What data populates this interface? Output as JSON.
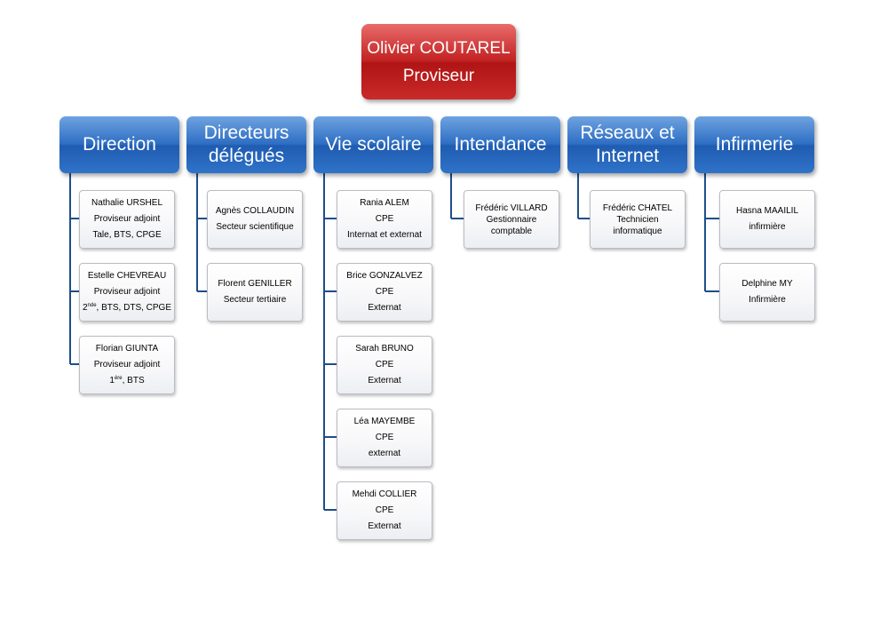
{
  "root": {
    "name": "Olivier COUTAREL",
    "title": "Proviseur"
  },
  "colors": {
    "root": "#c0392b",
    "departments": "#2a6ac2",
    "connector": "#1f4e8a"
  },
  "departments": [
    {
      "label": [
        "Direction"
      ],
      "members": [
        {
          "lines": [
            "Nathalie URSHEL",
            "Proviseur adjoint",
            "Tale, BTS, CPGE"
          ]
        },
        {
          "lines": [
            "Estelle CHEVREAU",
            "Proviseur adjoint"
          ],
          "level": {
            "base": "2",
            "sup": "nde",
            "rest": ", BTS, DTS, CPGE"
          }
        },
        {
          "lines": [
            "Florian GIUNTA",
            "Proviseur adjoint"
          ],
          "level": {
            "base": "1",
            "sup": "ère",
            "rest": ", BTS"
          }
        }
      ]
    },
    {
      "label": [
        "Directeurs",
        "délégués"
      ],
      "members": [
        {
          "lines": [
            "Agnès COLLAUDIN",
            "Secteur scientifique"
          ]
        },
        {
          "lines": [
            "Florent GENILLER",
            "Secteur tertiaire"
          ]
        }
      ]
    },
    {
      "label": [
        "Vie scolaire"
      ],
      "members": [
        {
          "lines": [
            "Rania ALEM",
            "CPE",
            "Internat et externat"
          ]
        },
        {
          "lines": [
            "Brice GONZALVEZ",
            "CPE",
            "Externat"
          ]
        },
        {
          "lines": [
            "Sarah BRUNO",
            "CPE",
            "Externat"
          ]
        },
        {
          "lines": [
            "Léa MAYEMBE",
            "CPE",
            "externat"
          ]
        },
        {
          "lines": [
            "Mehdi COLLIER",
            "CPE",
            "Externat"
          ]
        }
      ]
    },
    {
      "label": [
        "Intendance"
      ],
      "members": [
        {
          "lines": [
            "Frédéric VILLARD",
            "Gestionnaire",
            "comptable"
          ],
          "tight": true
        }
      ]
    },
    {
      "label": [
        "Réseaux et",
        "Internet"
      ],
      "members": [
        {
          "lines": [
            "Frédéric CHATEL",
            "Technicien",
            "informatique"
          ],
          "tight": true
        }
      ]
    },
    {
      "label": [
        "Infirmerie"
      ],
      "members": [
        {
          "lines": [
            "Hasna MAAILIL",
            "infirmière"
          ]
        },
        {
          "lines": [
            "Delphine MY",
            "Infirmière"
          ]
        }
      ]
    }
  ]
}
